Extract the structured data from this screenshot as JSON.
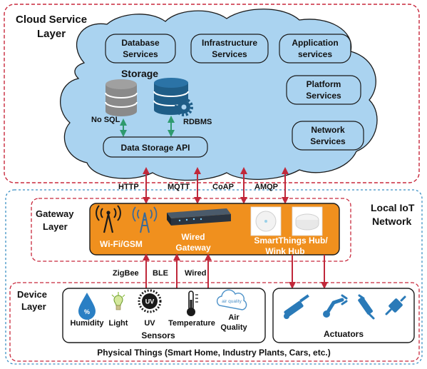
{
  "cloud_layer": {
    "title_line1": "Cloud Service",
    "title_line2": "Layer",
    "services": {
      "database": [
        "Database",
        "Services"
      ],
      "infrastructure": [
        "Infrastructure",
        "Services"
      ],
      "application": [
        "Application",
        "services"
      ],
      "platform": [
        "Platform",
        "Services"
      ],
      "network": [
        "Network",
        "Services"
      ]
    },
    "storage_title": "Storage",
    "nosql": "No SQL",
    "rdbms": "RDBMS",
    "data_storage_api": "Data Storage API"
  },
  "protocols": {
    "http": "HTTP",
    "mqtt": "MQTT",
    "coap": "CoAP",
    "amqp": "AMQP"
  },
  "local_network": {
    "title_line1": "Local IoT",
    "title_line2": "Network"
  },
  "gateway_layer": {
    "title_line1": "Gateway",
    "title_line2": "Layer",
    "wifi_gsm": "Wi-Fi/GSM",
    "wired_gateway": [
      "Wired",
      "Gateway"
    ],
    "smartthings": [
      "SmartThings Hub/",
      "Wink Hub"
    ]
  },
  "links": {
    "zigbee": "ZigBee",
    "ble": "BLE",
    "wired": "Wired"
  },
  "device_layer": {
    "title_line1": "Device",
    "title_line2": "Layer",
    "sensors": {
      "title": "Sensors",
      "humidity": "Humidity",
      "humidity_glyph": "%",
      "light": "Light",
      "uv": "UV",
      "uv_glyph": "UV",
      "temperature": "Temperature",
      "air_quality": [
        "Air",
        "Quality"
      ],
      "air_quality_glyph": "air quality"
    },
    "actuators": {
      "title": "Actuators"
    },
    "physical_things": "Physical Things (Smart Home, Industry Plants, Cars, etc.)"
  },
  "colors": {
    "red_dash": "#c8283c",
    "blue_dash": "#3a8fc4",
    "cloud_fill": "#aad3f0",
    "cloud_stroke": "#1a1a1a",
    "gateway_fill": "#f0901e",
    "arrow_red": "#c0283a",
    "arrow_green": "#2e9a6e",
    "db_grey": "#8a8a8a",
    "db_blue": "#1f5d87",
    "actuator_blue": "#2a7ab8"
  }
}
